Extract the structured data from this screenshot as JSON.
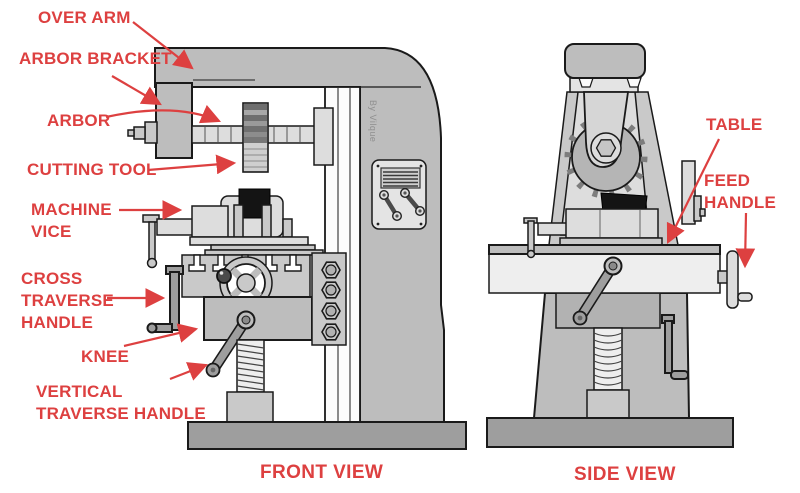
{
  "colors": {
    "red": "#dd4040",
    "outline": "#1a1a1a",
    "gray_body": "#bdbdbd",
    "gray_mid": "#c9c9c9",
    "gray_light": "#dddddd",
    "gray_xlight": "#eeeeee",
    "gray_dark": "#9e9e9e",
    "panel": "#e4e4e4"
  },
  "front_view": {
    "title": "FRONT VIEW",
    "labels": {
      "over_arm": "OVER ARM",
      "arbor_bracket": "ARBOR BRACKET",
      "arbor": "ARBOR",
      "cutting_tool": "CUTTING TOOL",
      "machine_vice": "MACHINE VICE",
      "cross_traverse_handle": "CROSS TRAVERSE HANDLE",
      "knee": "KNEE",
      "vertical_traverse_handle": "VERTICAL TRAVERSE HANDLE"
    }
  },
  "side_view": {
    "title": "SIDE VIEW",
    "labels": {
      "table": "TABLE",
      "feed_handle": "FEED HANDLE"
    }
  },
  "watermark": "By Vilque"
}
